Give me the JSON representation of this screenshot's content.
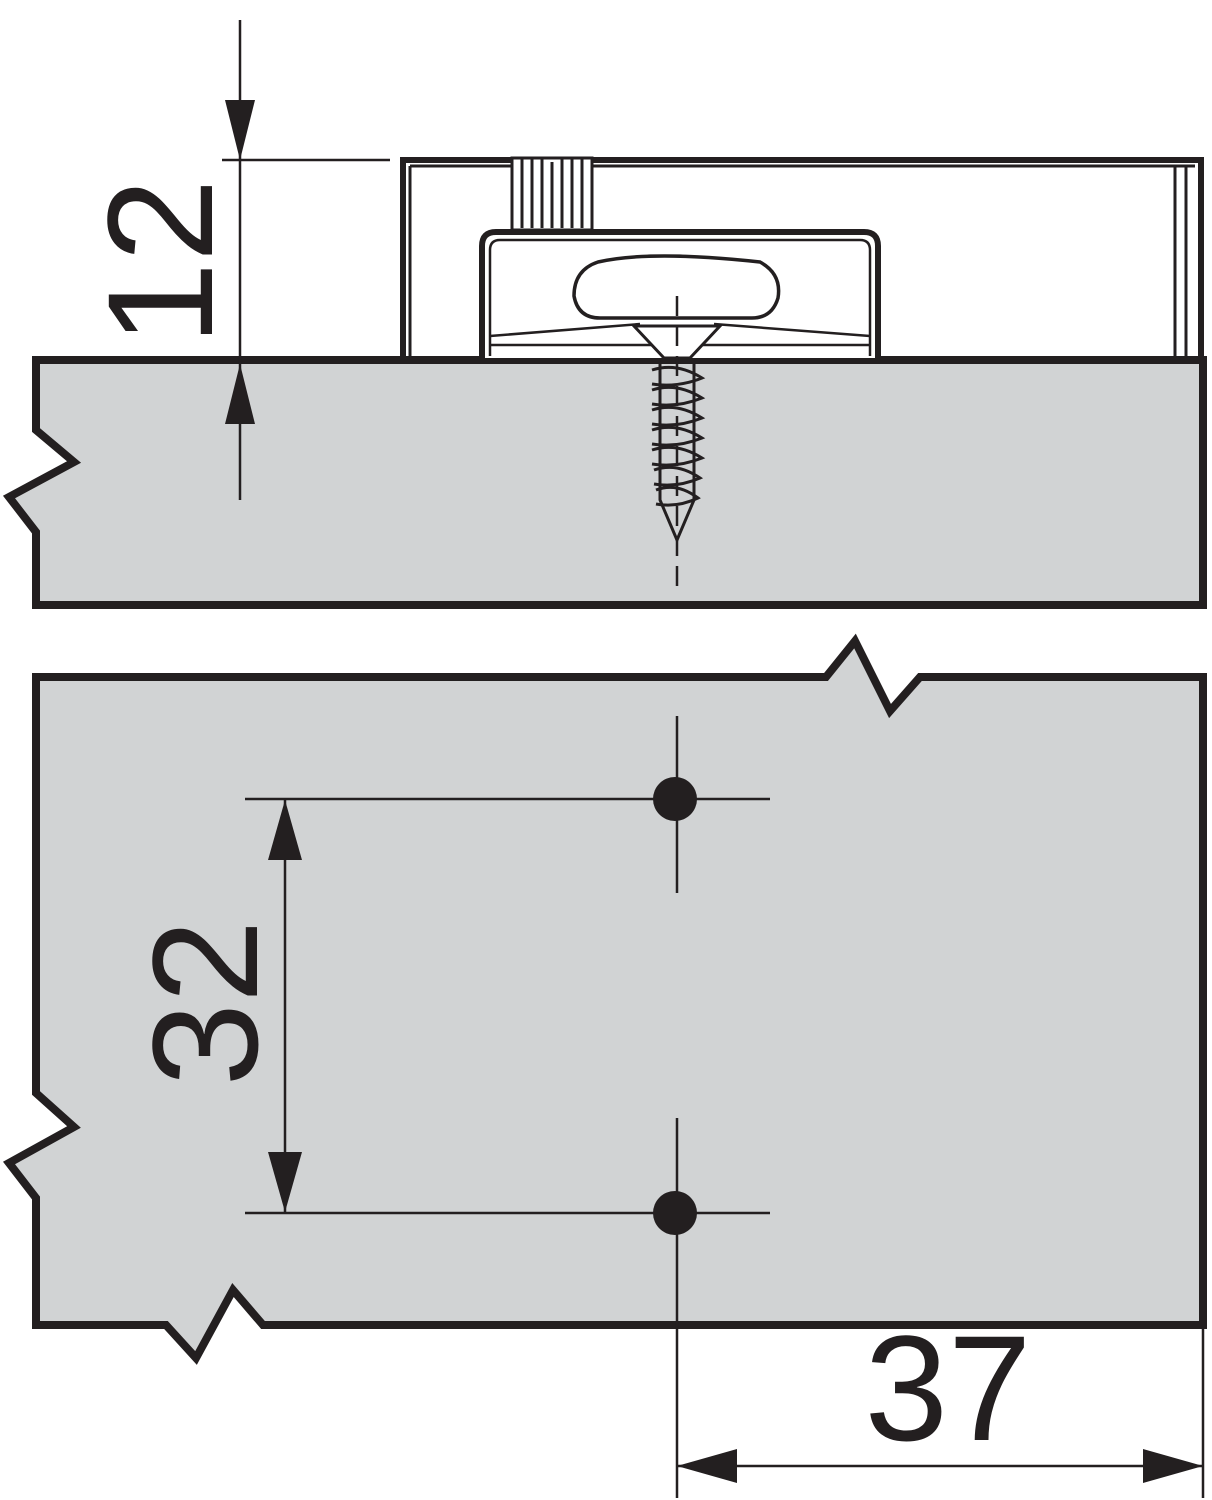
{
  "colors": {
    "line": "#231f20",
    "panel_fill": "#d1d3d4",
    "plate_fill": "#ffffff"
  },
  "dimensions": {
    "height": {
      "value": "12"
    },
    "spacing": {
      "value": "32"
    },
    "edge": {
      "value": "37"
    }
  }
}
